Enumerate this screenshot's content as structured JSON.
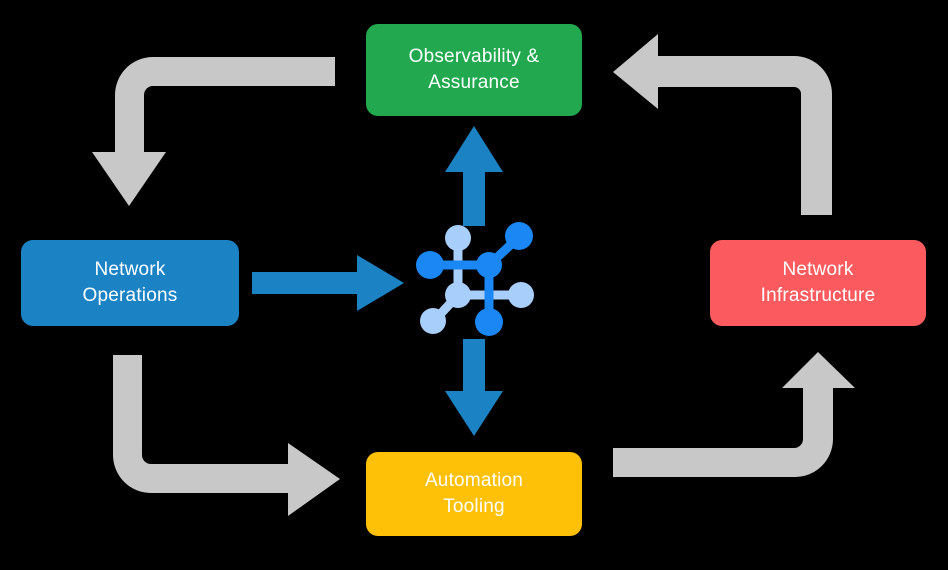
{
  "diagram": {
    "title": "Network automation lifecycle loop",
    "background_color": "#000000",
    "center": {
      "icon_name": "network-topology-icon",
      "node_color_primary": "#1a87f5",
      "node_color_secondary": "#a8cffb"
    },
    "nodes": [
      {
        "id": "observability",
        "label_line1": "Observability &",
        "label_line2": "Assurance",
        "color": "#22a94f",
        "position": "top"
      },
      {
        "id": "operations",
        "label_line1": "Network",
        "label_line2": "Operations",
        "color": "#1b82c4",
        "position": "left"
      },
      {
        "id": "infrastructure",
        "label_line1": "Network",
        "label_line2": "Infrastructure",
        "color": "#fb5b5f",
        "position": "right"
      },
      {
        "id": "automation",
        "label_line1": "Automation",
        "label_line2": "Tooling",
        "color": "#ffc107",
        "position": "bottom"
      }
    ],
    "arrows": {
      "blue_color": "#1b82c4",
      "gray_color": "#c8c8c8",
      "items": [
        {
          "id": "center-to-observability",
          "direction": "up",
          "style": "straight",
          "color": "#1b82c4"
        },
        {
          "id": "operations-to-center",
          "direction": "right",
          "style": "straight",
          "color": "#1b82c4"
        },
        {
          "id": "center-to-automation",
          "direction": "down",
          "style": "straight",
          "color": "#1b82c4"
        },
        {
          "id": "observability-to-operations",
          "direction": "down",
          "style": "elbow",
          "color": "#c8c8c8"
        },
        {
          "id": "operations-to-automation",
          "direction": "right",
          "style": "elbow",
          "color": "#c8c8c8"
        },
        {
          "id": "infrastructure-to-observability",
          "direction": "left",
          "style": "elbow",
          "color": "#c8c8c8"
        },
        {
          "id": "automation-to-infrastructure",
          "direction": "up",
          "style": "elbow",
          "color": "#c8c8c8"
        }
      ]
    }
  }
}
